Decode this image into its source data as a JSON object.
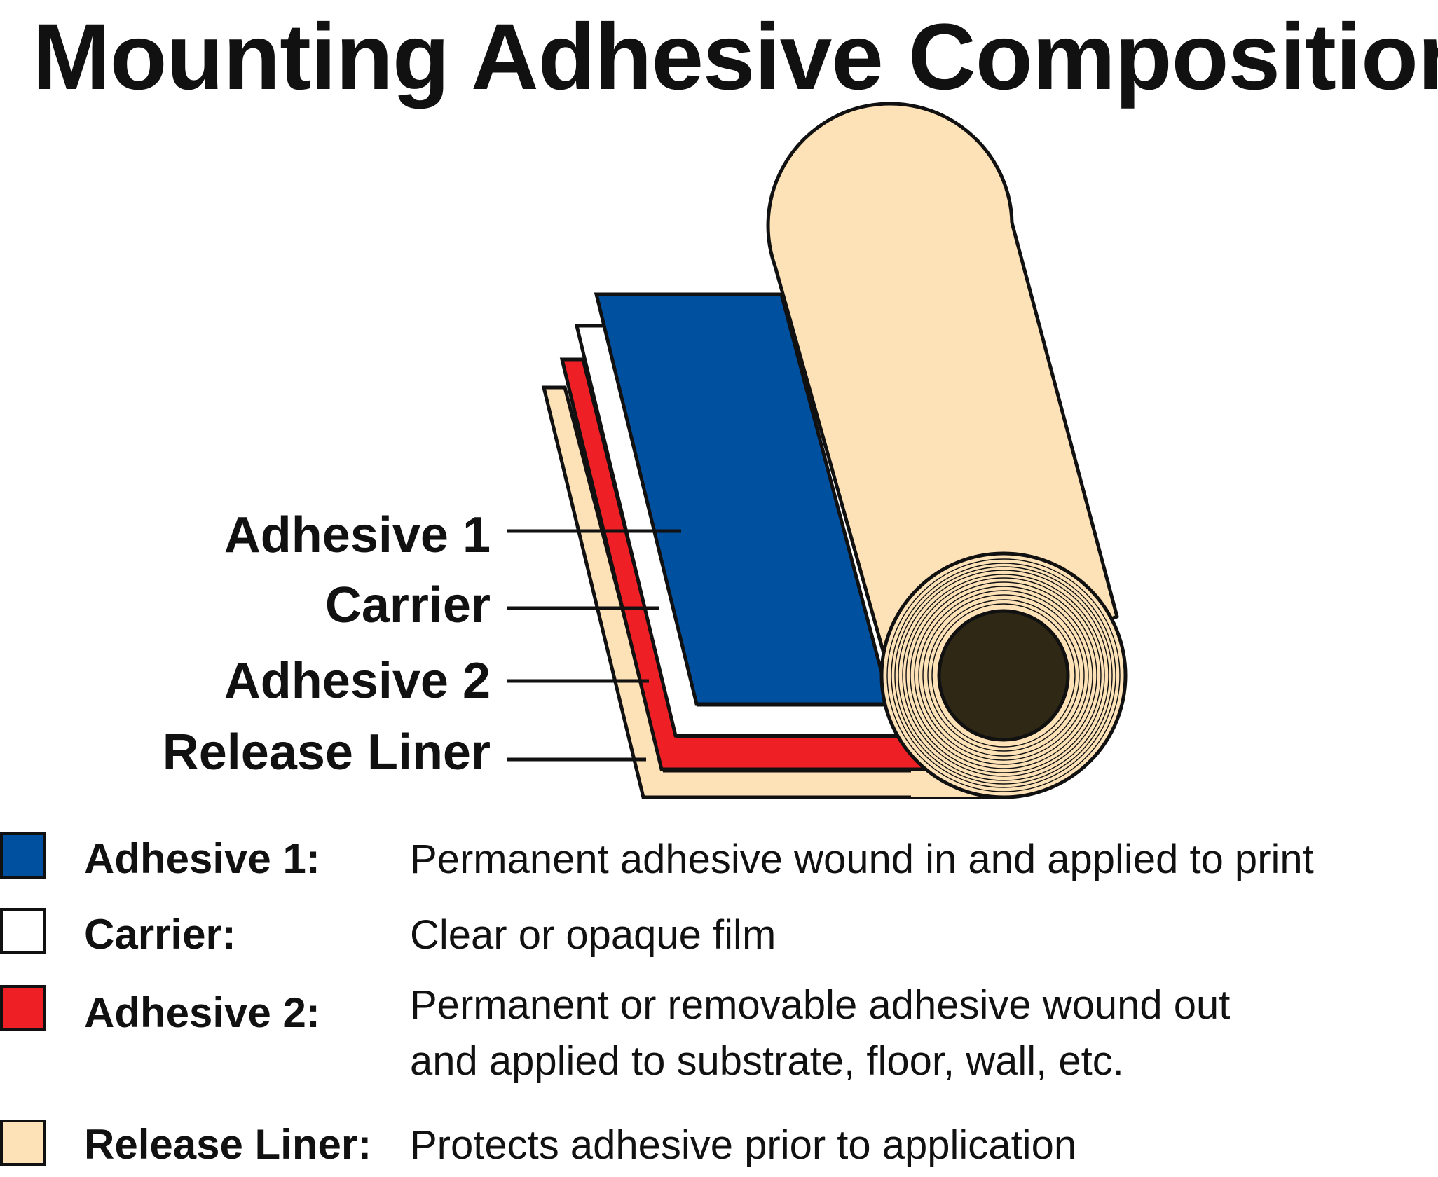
{
  "title": "Mounting Adhesive Composition",
  "colors": {
    "adhesive_1": "#0050A0",
    "carrier": "#FFFFFF",
    "adhesive_2": "#EE2026",
    "release_liner": "#FDE1B7",
    "core": "#2E2815",
    "outline": "#111111"
  },
  "diagram_labels": {
    "adhesive_1": "Adhesive 1",
    "carrier": "Carrier",
    "adhesive_2": "Adhesive 2",
    "release_liner": "Release Liner"
  },
  "legend": [
    {
      "term": "Adhesive 1:",
      "description": "Permanent adhesive wound in and applied to print",
      "description_line2": ""
    },
    {
      "term": "Carrier:",
      "description": "Clear or opaque film",
      "description_line2": ""
    },
    {
      "term": "Adhesive 2:",
      "description": "Permanent or removable adhesive wound out",
      "description_line2": "and applied to substrate, floor, wall, etc."
    },
    {
      "term": "Release Liner:",
      "description": "Protects adhesive prior to application",
      "description_line2": ""
    }
  ]
}
